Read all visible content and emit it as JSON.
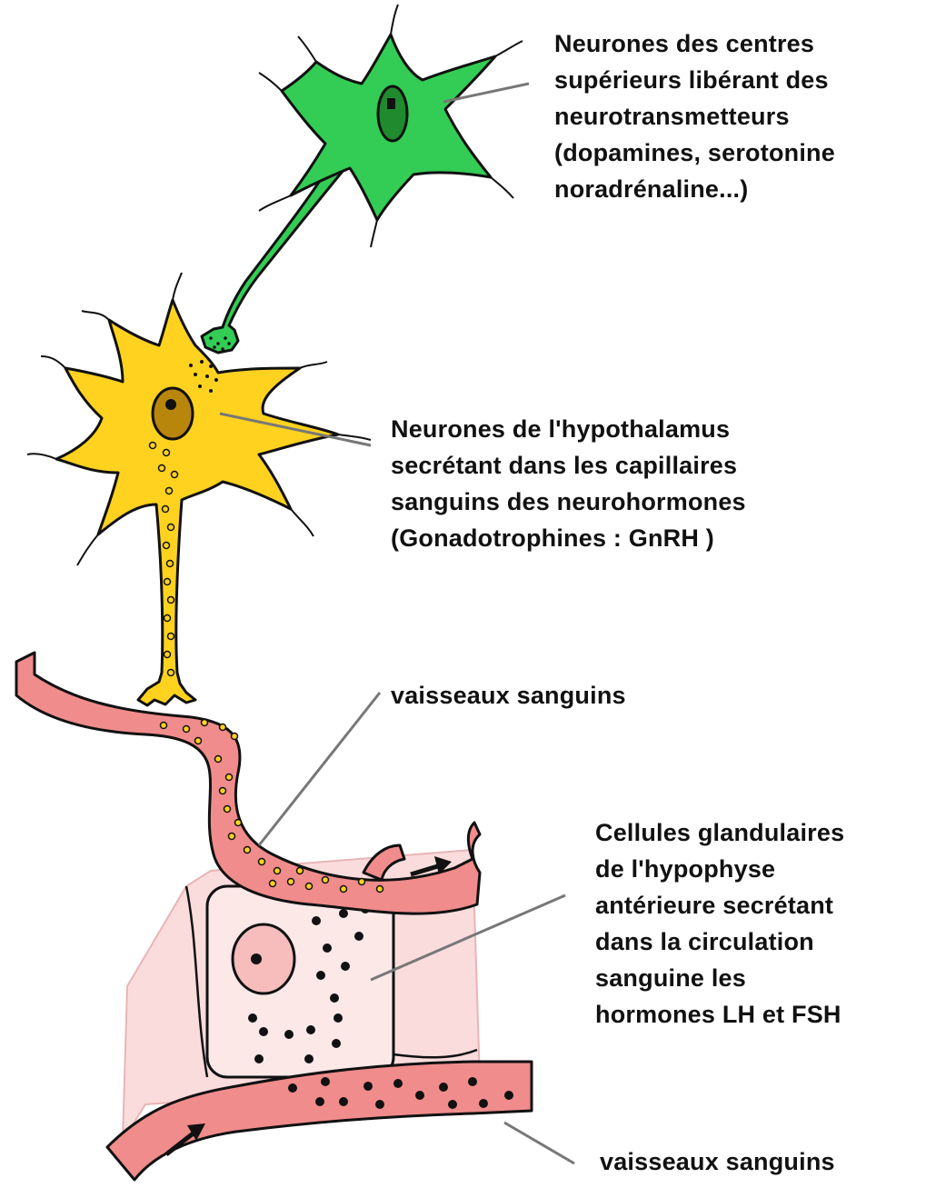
{
  "watermark": "",
  "labels": {
    "centres": [
      "Neurones des centres",
      "supérieurs libérant des",
      "neurotransmetteurs",
      "(dopamines, serotonine",
      "noradrénaline...)"
    ],
    "hypothalamus": [
      "Neurones de l'hypothalamus",
      "secrétant dans les capillaires",
      "sanguins des neurohormones",
      "(Gonadotrophines : GnRH )"
    ],
    "vaisseaux_top": [
      "vaisseaux sanguins"
    ],
    "glandulaires": [
      "Cellules glandulaires",
      "de l'hypophyse",
      "antérieure secrétant",
      "dans la circulation",
      "sanguine les",
      "hormones LH et FSH"
    ],
    "vaisseaux_bottom": [
      "vaisseaux sanguins"
    ]
  },
  "colors": {
    "green_neuron": "#33cc55",
    "green_nucleus": "#1f8a2e",
    "yellow_neuron": "#ffd21f",
    "yellow_nucleus": "#b8860b",
    "vessel": "#f08c8c",
    "tissue": "#fbdcdc",
    "cell": "#fde8e8",
    "leader_line": "#666666"
  }
}
